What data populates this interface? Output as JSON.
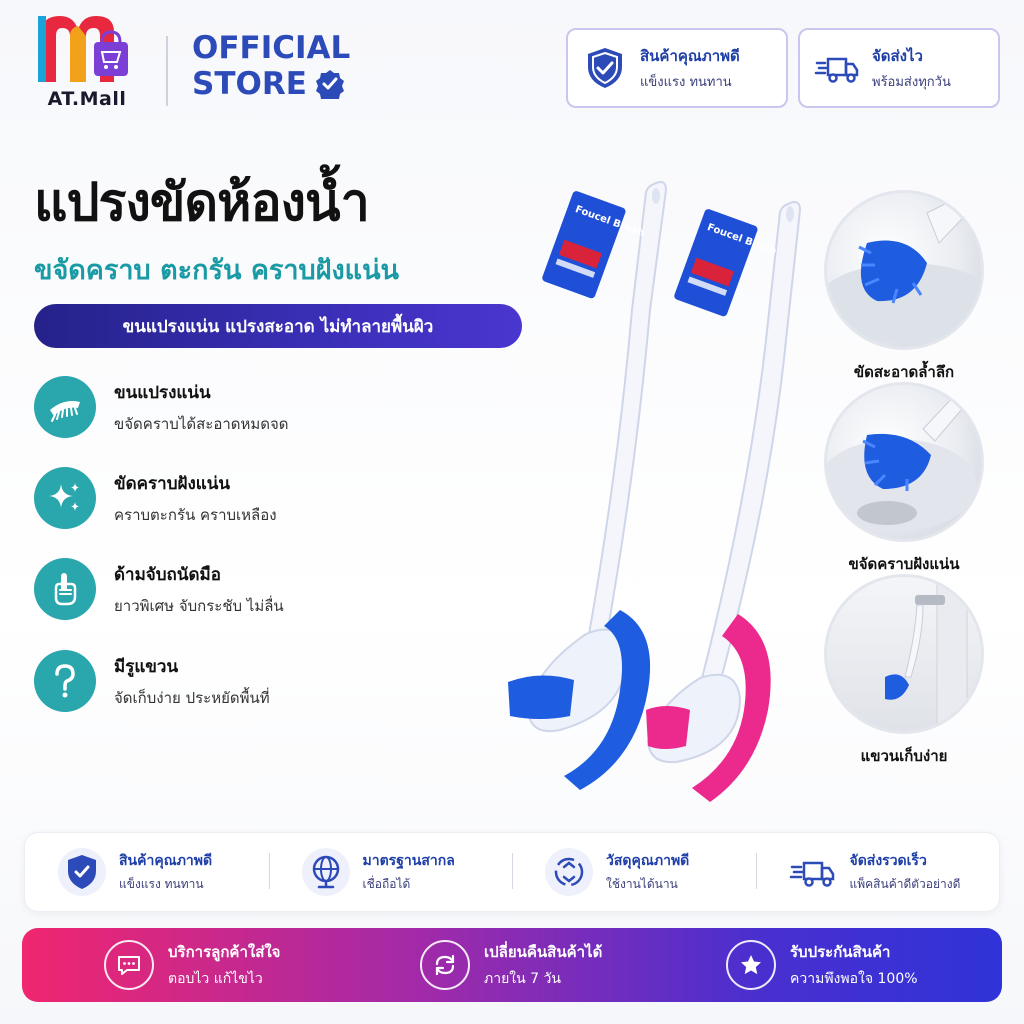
{
  "header": {
    "logo_text": "AT.Mall",
    "official_line1": "OFFICIAL",
    "official_line2": "STORE",
    "top_cards": [
      {
        "title": "สินค้าคุณภาพดี",
        "subtitle": "แข็งแรง ทนทาน",
        "icon": "shield-check-icon"
      },
      {
        "title": "จัดส่งไว",
        "subtitle": "พร้อมส่งทุกวัน",
        "icon": "delivery-truck-icon"
      }
    ]
  },
  "headline": "แปรงขัดห้องน้ำ",
  "subhead": "ขจัดคราบ ตะกรัน คราบฝังแน่น",
  "pill": "ขนแปรงแน่น แปรงสะอาด ไม่ทำลายพื้นผิว",
  "features": [
    {
      "title": "ขนแปรงแน่น",
      "desc": "ขจัดคราบได้สะอาดหมดจด",
      "icon": "brush-icon"
    },
    {
      "title": "ขัดคราบฝังแน่น",
      "desc": "คราบตะกรัน คราบเหลือง",
      "icon": "sparkle-icon"
    },
    {
      "title": "ด้ามจับถนัดมือ",
      "desc": "ยาวพิเศษ จับกระชับ ไม่ลื่น",
      "icon": "hand-grip-icon"
    },
    {
      "title": "มีรูแขวน",
      "desc": "จัดเก็บง่าย ประหยัดพื้นที่",
      "icon": "hook-icon"
    }
  ],
  "product": {
    "tag_label": "Foucel Brush",
    "colors": {
      "blue": "#1e5ce0",
      "pink": "#ec2a8e"
    }
  },
  "side_photos": [
    {
      "caption": "ขัดสะอาดล้ำลึก"
    },
    {
      "caption": "ขจัดคราบฝังแน่น"
    },
    {
      "caption": "แขวนเก็บง่าย"
    }
  ],
  "badges": [
    {
      "title": "สินค้าคุณภาพดี",
      "subtitle": "แข็งแรง ทนทาน",
      "icon": "shield-check-icon"
    },
    {
      "title": "มาตรฐานสากล",
      "subtitle": "เชื่อถือได้",
      "icon": "globe-icon"
    },
    {
      "title": "วัสดุคุณภาพดี",
      "subtitle": "ใช้งานได้นาน",
      "icon": "recycle-icon"
    },
    {
      "title": "จัดส่งรวดเร็ว",
      "subtitle": "แพ็คสินค้าดีตัวอย่างดี",
      "icon": "delivery-truck-icon"
    }
  ],
  "services": [
    {
      "title": "บริการลูกค้าใส่ใจ",
      "subtitle": "ตอบไว แก้ไขไว",
      "icon": "chat-icon"
    },
    {
      "title": "เปลี่ยนคืนสินค้าได้",
      "subtitle": "ภายใน 7 วัน",
      "icon": "refresh-icon"
    },
    {
      "title": "รับประกันสินค้า",
      "subtitle": "ความพึงพอใจ 100%",
      "icon": "star-icon"
    }
  ],
  "colors": {
    "brand": "#2d4bb8",
    "teal": "#2aa6ad",
    "pill": "#2f28a8"
  }
}
